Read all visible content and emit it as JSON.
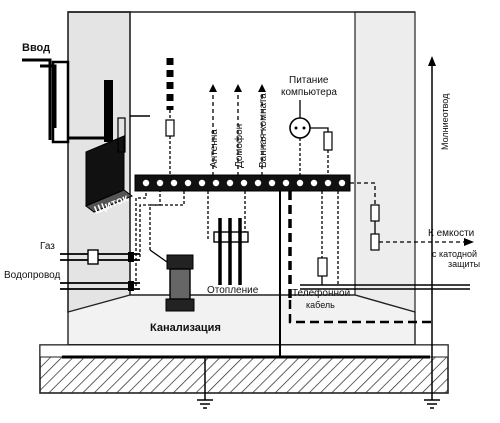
{
  "diagram": {
    "labels": {
      "vvod": "Ввод",
      "shchitok": "Щиток",
      "gaz": "Газ",
      "vodoprovod": "Водопровод",
      "kanalizatsiya": "Канализация",
      "otoplenie": "Отопление",
      "antenna": "Антенна",
      "domofon": "Домофон",
      "vannaya": "Ванная комната",
      "pitanie_line1": "Питание",
      "pitanie_line2": "компьютера",
      "molniyeotvod": "Молниеотвод",
      "k_emkosti": "К емкости",
      "s_katodnoy_line1": "с катодной",
      "s_katodnoy_line2": "защиты",
      "telefonnoy_line1": "Телефонной",
      "telefonnoy_line2": "кабель"
    }
  }
}
